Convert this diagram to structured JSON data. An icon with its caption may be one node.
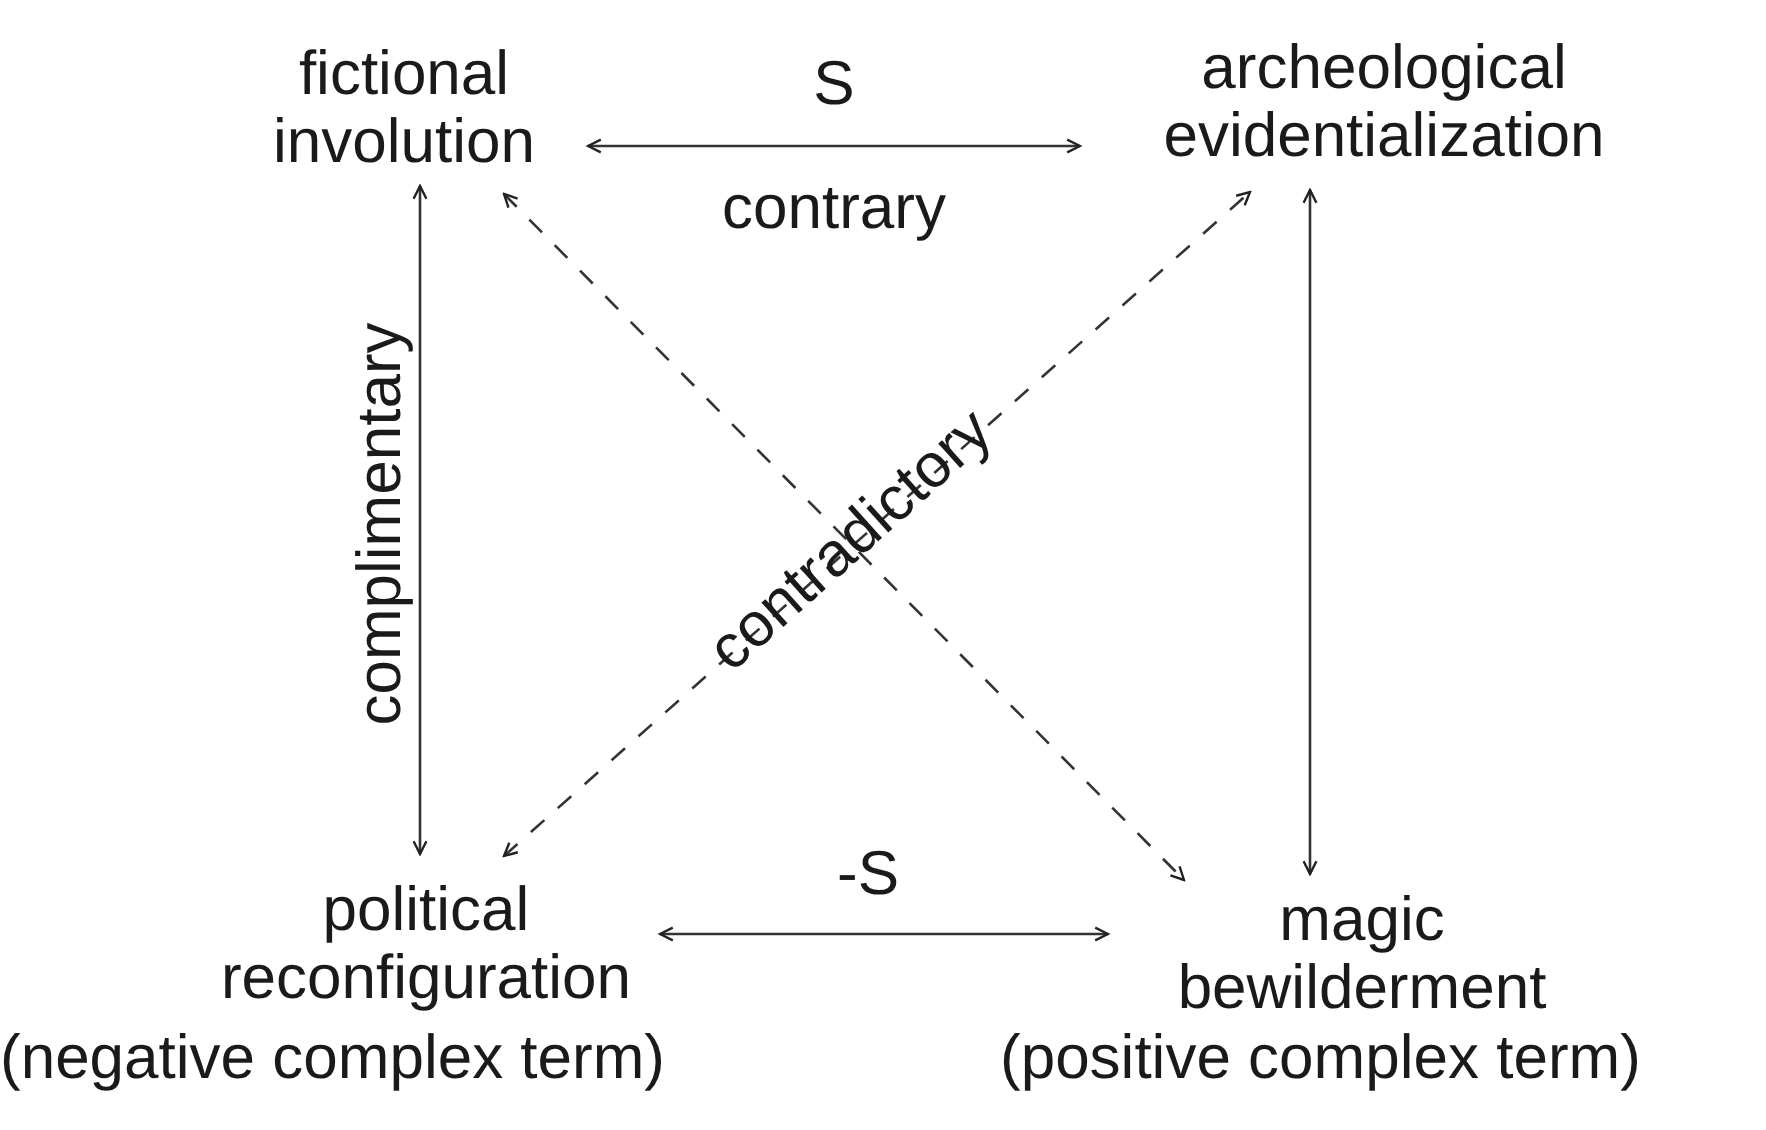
{
  "diagram": {
    "nodes": [
      {
        "text": [
          "fictional involution"
        ]
      },
      {
        "text": [
          "archeological evidentialization"
        ]
      },
      {
        "text": [
          "political reconfiguration"
        ],
        "beside": [
          "(negative complex term)"
        ]
      },
      {
        "text": [
          "magic bewilderment"
        ],
        "beside": [
          "(positive complex term)"
        ]
      }
    ],
    "edges": [
      {
        "from": 0,
        "to": 1,
        "arrow": "both",
        "label": "S"
      },
      {
        "from": 2,
        "to": 3,
        "arrow": "both",
        "label": "-S"
      },
      {
        "from": 0,
        "to": 2,
        "arrow": "both",
        "label": "complimentary"
      },
      {
        "from": 1,
        "to": 3,
        "arrow": "both"
      },
      {
        "from": 0,
        "to": 3,
        "arrow": "both",
        "style": "dashed"
      },
      {
        "from": 2,
        "to": 1,
        "arrow": "both",
        "style": "dashed",
        "label": "contradictory"
      }
    ],
    "labels": [
      "contrary"
    ]
  }
}
